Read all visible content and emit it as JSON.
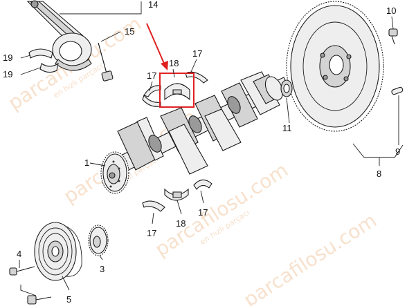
{
  "diagram": {
    "callouts": [
      "1",
      "3",
      "4",
      "5",
      "8",
      "9",
      "10",
      "11",
      "14",
      "15",
      "17",
      "17",
      "17",
      "17",
      "18",
      "18",
      "19",
      "19"
    ],
    "highlight": {
      "color": "#e02020"
    },
    "watermarks": [
      {
        "text": "parcafilosu.com",
        "sub": "en hızlı parçacı"
      },
      {
        "text": "parcafilosu.com",
        "sub": "en hızlı parçacı"
      },
      {
        "text": "parcafilosu.com",
        "sub": "en hızlı parçacı"
      },
      {
        "text": "parcafilosu.com",
        "sub": "en hızlı parçacı"
      }
    ]
  }
}
